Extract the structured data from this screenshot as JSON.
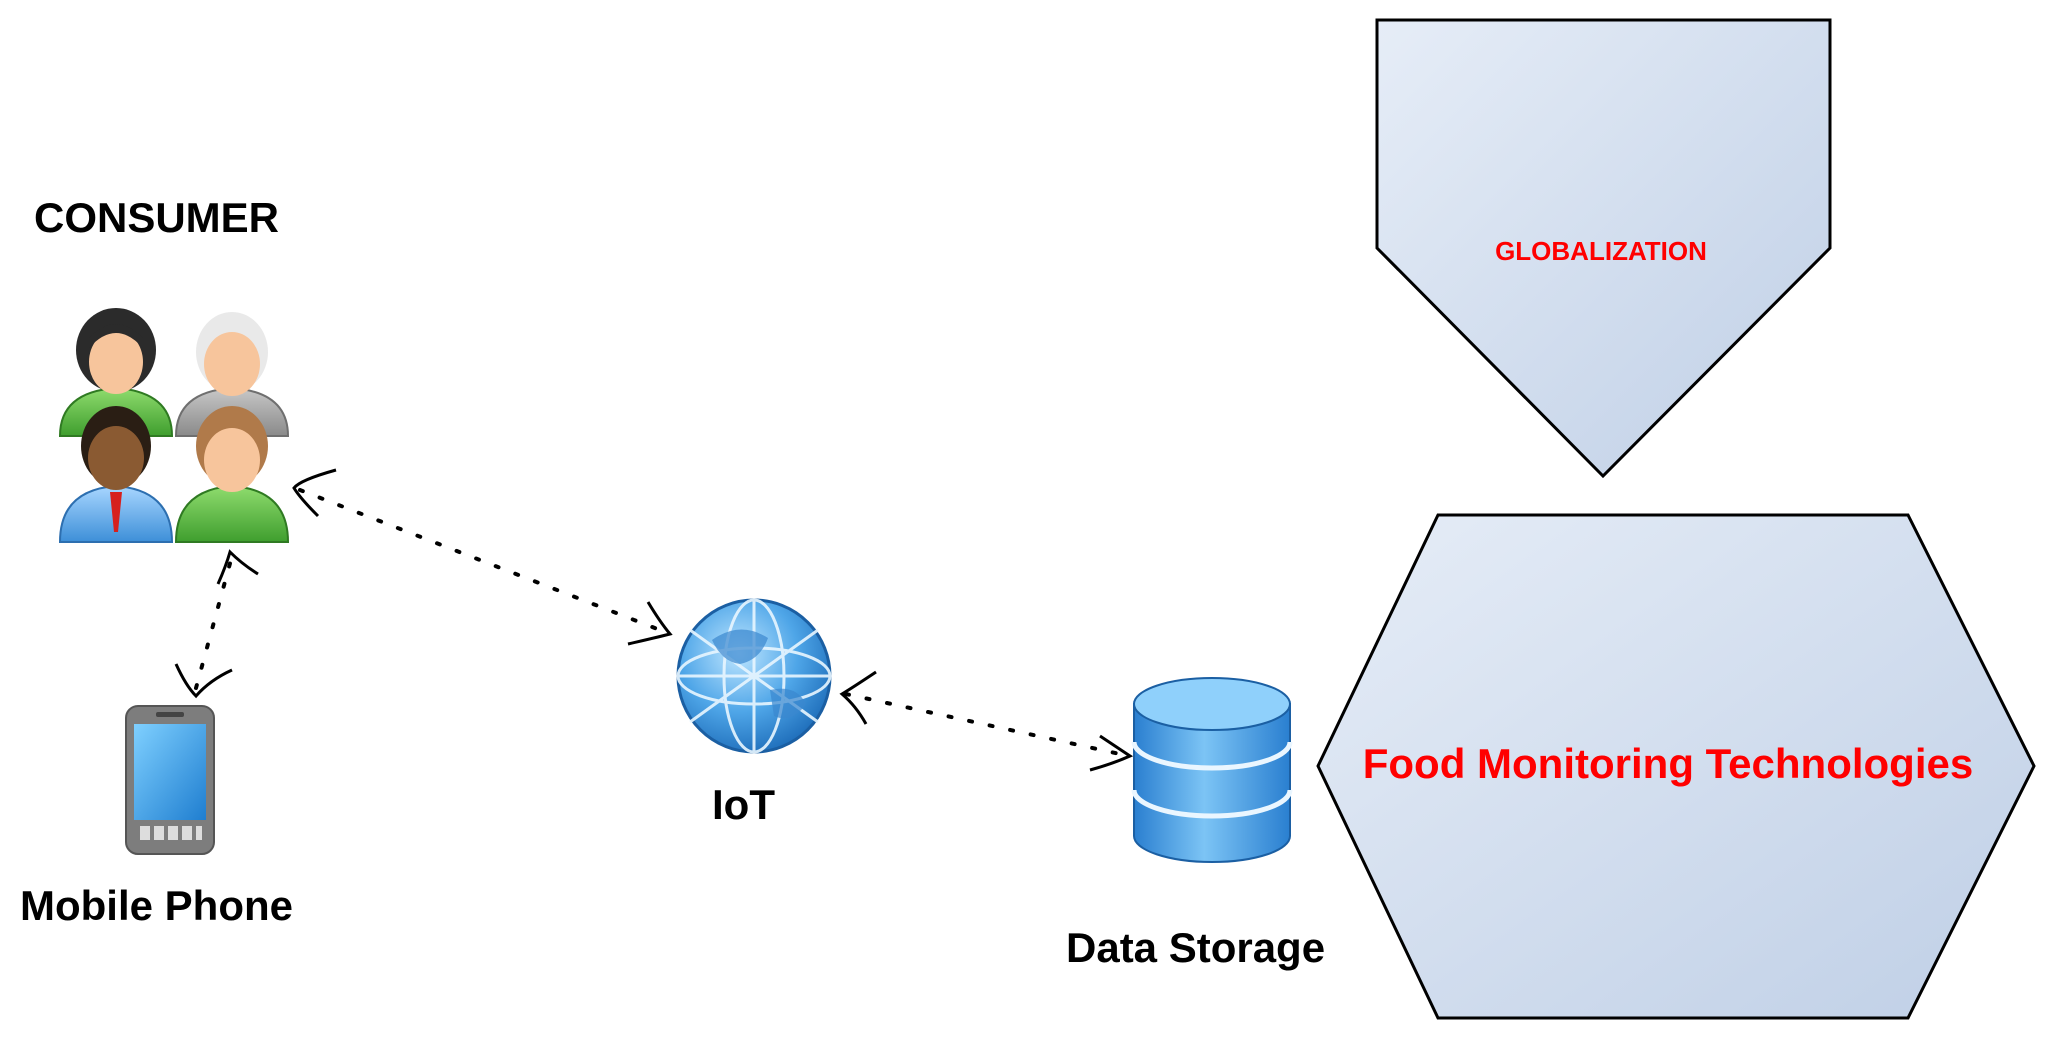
{
  "labels": {
    "consumer": "CONSUMER",
    "mobile_phone": "Mobile Phone",
    "iot": "IoT",
    "data_storage": "Data Storage",
    "globalization": "GLOBALIZATION",
    "food_monitoring": "Food Monitoring Technologies"
  },
  "colors": {
    "shape_fill_light": "#e3ebf6",
    "shape_fill_dark": "#c2d2e8",
    "shape_stroke": "#000000",
    "highlight_text": "#ff0000",
    "label_text": "#000000"
  },
  "icons": {
    "consumer": "people-group-icon",
    "mobile_phone": "smartphone-icon",
    "iot": "globe-icon",
    "data_storage": "database-icon"
  }
}
